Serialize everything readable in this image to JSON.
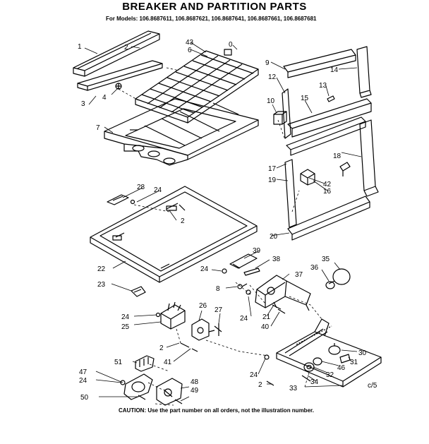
{
  "title": "BREAKER AND PARTITION PARTS",
  "models_line": "For Models: 106.8687611, 106.8687621, 106.8687641, 106.8687661, 106.8687681",
  "caution": "CAUTION: Use the part number on all orders, not the illustration number.",
  "corner_code": "c/5",
  "callouts": {
    "c1": "1",
    "c2a": "2",
    "c3": "3",
    "c4": "4",
    "c43": "43",
    "c6": "6",
    "c0": "0",
    "c9": "9",
    "c14": "14",
    "c12": "12",
    "c13": "13",
    "c10": "10",
    "c15": "15",
    "c7": "7",
    "c18": "18",
    "c17": "17",
    "c19": "19",
    "c42": "42",
    "c16": "16",
    "c28": "28",
    "c24a": "24",
    "c2b": "2",
    "c20": "20",
    "c39": "39",
    "c38": "38",
    "c35": "35",
    "c24b": "24",
    "c36": "36",
    "c37": "37",
    "c22": "22",
    "c8": "8",
    "c23": "23",
    "c24c": "24",
    "c21": "21",
    "c40": "40",
    "c24d": "24",
    "c25": "25",
    "c26": "26",
    "c27": "27",
    "c2c": "2",
    "c41": "41",
    "c30": "30",
    "c31": "31",
    "c51": "51",
    "c24e": "24",
    "c46": "46",
    "c32": "32",
    "c47": "47",
    "c24f": "24",
    "c2d": "2",
    "c34": "34",
    "c33": "33",
    "c48": "48",
    "c49": "49",
    "c50": "50"
  }
}
